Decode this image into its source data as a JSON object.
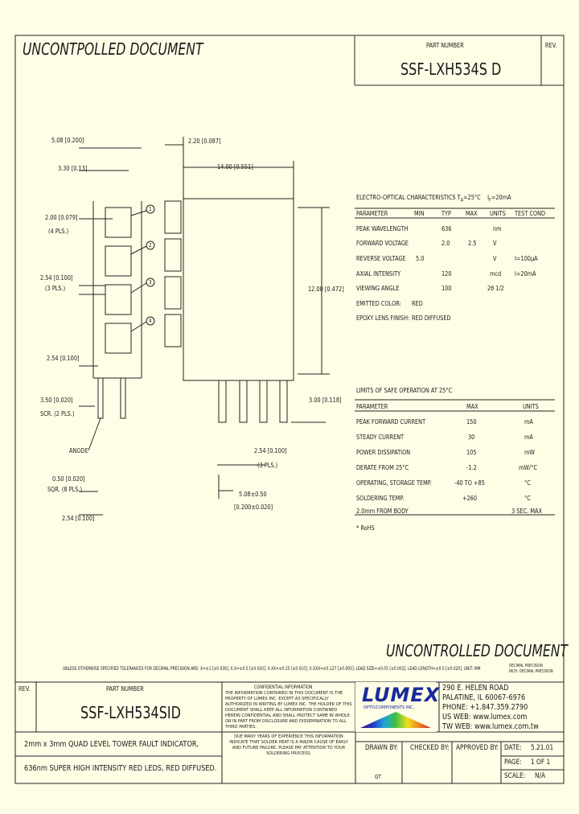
{
  "header": {
    "watermark": "UNCONTPOLLED DOCUMENT",
    "part_number_label": "PART NUMBER",
    "part_number": "SSF-LXH534S D",
    "rev_label": "REV."
  },
  "dims": {
    "d1": "5.08 [0.200]",
    "d2": "3.30 [0.13]",
    "d3": "2.00 [0.079]",
    "d3b": "(4 PLS.)",
    "d4": "2.54 [0.100]",
    "d4b": "(3 PLS.)",
    "d5": "2.54 [0.100]",
    "d6": "3.50 [0.020]",
    "d6b": "SCR. (2 PLS.)",
    "anode": "ANODE",
    "d7": "0.50 [0.020]",
    "d7b": "SQR. (8 PLS.)",
    "d8": "2.54 [0.100]",
    "d9": "2.20 [0.087]",
    "d10": "14.00 [0.551]",
    "d11": "12.00 [0.472]",
    "d12": "3.00 [0.118]",
    "d13": "2.54 [0.100]",
    "d13b": "(3 PLS.)",
    "d14": "5.08±0.50",
    "d14b": "[0.200±0.020]",
    "c1": "1",
    "c2": "2",
    "c3": "3",
    "c4": "4"
  },
  "eo_table": {
    "title": "ELECTRO-OPTICAL CHARACTERISTICS T",
    "title_sub": "A",
    "title_cond": "=25°C",
    "title_if": "I",
    "title_if_sub": "F",
    "title_if_val": "=20mA",
    "headers": [
      "PARAMETER",
      "MIN",
      "TYP",
      "MAX",
      "UNITS",
      "TEST COND"
    ],
    "rows": [
      [
        "PEAK WAVELENGTH",
        "",
        "636",
        "",
        "nm",
        ""
      ],
      [
        "FORWARD VOLTAGE",
        "",
        "2.0",
        "2.5",
        "V",
        ""
      ],
      [
        "REVERSE VOLTAGE",
        "5.0",
        "",
        "",
        "V",
        "I=100µA"
      ],
      [
        "AXIAL INTENSITY",
        "",
        "120",
        "",
        "mcd",
        "I=20mA"
      ],
      [
        "VIEWING ANGLE",
        "",
        "100",
        "",
        "2θ 1/2",
        ""
      ],
      [
        "EMITTED COLOR:",
        "RED",
        "",
        "",
        "",
        ""
      ],
      [
        "EPOXY LENS FINISH:",
        "RED DIFFUSED",
        "",
        "",
        "",
        ""
      ]
    ]
  },
  "limits_table": {
    "title": "LIMITS OF SAFE OPERATION AT 25°C",
    "headers": [
      "PARAMETER",
      "MAX",
      "UNITS"
    ],
    "rows": [
      [
        "PEAK FORWARD CURRENT",
        "150",
        "mA"
      ],
      [
        "STEADY CURRENT",
        "30",
        "mA"
      ],
      [
        "POWER DISSIPATION",
        "105",
        "mW"
      ],
      [
        "DERATE FROM 25°C",
        "-1.2",
        "mW/°C"
      ],
      [
        "OPERATING, STORAGE TEMP.",
        "-40 TO +85",
        "°C"
      ],
      [
        "SOLDERING TEMP.",
        "+260",
        "°C"
      ],
      [
        "2.0mm FROM BODY",
        "",
        "3 SEC. MAX"
      ]
    ],
    "note": "* RoHS"
  },
  "footer": {
    "watermark": "UNCONTROLLED DOCUMENT",
    "tolerance": "UNLESS OTHERWISE SPECIFIED TOLERANCES FOR DECIMAL PRECISION ARE: X=±1 [±0.039], X.X=±0.5 [±0.020], X.XX=±0.25 [±0.010], X.XXX=±0.127 [±0.005], LEAD SIZE=±0.05 [±0.002], LEAD LENGTH=±0.5 [±0.020], UNIT: MM",
    "tolerance_right": "DECIMAL PRECISION",
    "tolerance_right2": "INCH: DECIMAL PRECISION",
    "rev_label": "REV.",
    "part_number_label": "PART NUMBER",
    "part_number": "SSF-LXH534SID",
    "conf_title": "CONFIDENTIAL INFORMATION",
    "conf_text": "THE INFORMATION CONTAINED IN THIS DOCUMENT IS THE PROPERTY OF LUMEX INC. EXCEPT AS SPECIFICALLY AUTHORIZED IN WRITING BY LUMEX INC. THE HOLDER OF THIS DOCUMENT SHALL KEEP ALL INFORMATION CONTAINED HEREIN CONFIDENTIAL AND SHALL PROTECT SAME IN WHOLE OR IN PART FROM DISCLOSURE AND DISSEMINATION TO ALL THIRD PARTIES.",
    "warn_text": "DUE MANY YEARS OF EXPERIENCE THIS INFORMATION INDICATE THAT SOLDER HEAT IS A MAJOR CAUSE OF EARLY AND FUTURE FAILURE. PLEASE PAY ATTENTION TO YOUR SOLDERING PROCESS.",
    "logo_text": "LUMEX",
    "logo_sub": "OPTO/COMPONENTS INC.",
    "address1": "290 E. HELEN ROAD",
    "address2": "PALATINE, IL 60067-6976",
    "phone": "PHONE: +1.847.359.2790",
    "web_us": "US WEB: www.lumex.com",
    "web_tw": "TW WEB: www.lumex.com.tw",
    "desc1": "2mm x 3mm QUAD LEVEL TOWER FAULT INDICATOR,",
    "desc2": "636nm SUPER HIGH INTENSITY RED LEDS, RED DIFFUSED.",
    "drawn_by_label": "DRAWN BY:",
    "drawn_by": "GT",
    "checked_by_label": "CHECKED BY:",
    "approved_by_label": "APPROVED BY:",
    "date_label": "DATE:",
    "date": "5.21.01",
    "page_label": "PAGE:",
    "page": "1 OF 1",
    "scale_label": "SCALE:",
    "scale": "N/A"
  }
}
